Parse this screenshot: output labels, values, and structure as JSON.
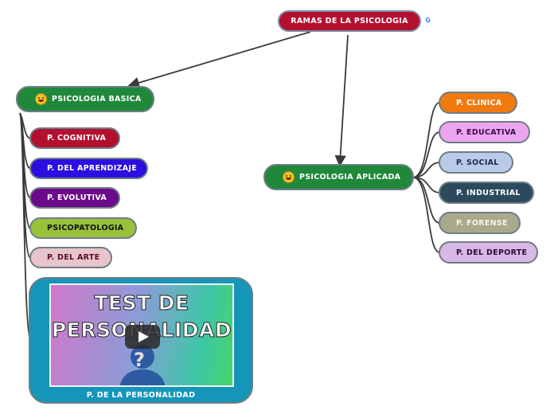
{
  "root": {
    "label": "RAMAS DE LA PSICOLOGIA"
  },
  "basica": {
    "label": "PSICOLOGIA BASICA",
    "children": [
      {
        "label": "P. COGNITIVA",
        "color": "#b3102f",
        "text": "#ffffff"
      },
      {
        "label": "P. DEL APRENDIZAJE",
        "color": "#2a0fe0",
        "text": "#ffffff"
      },
      {
        "label": "P. EVOLUTIVA",
        "color": "#6b0a8a",
        "text": "#ffffff"
      },
      {
        "label": "PSICOPATOLOGIA",
        "color": "#99c23a",
        "text": "#111111"
      },
      {
        "label": "P. DEL ARTE",
        "color": "#e8c4cc",
        "text": "#5a0d1e"
      }
    ],
    "video": {
      "title_line1": "TEST DE",
      "title_line2": "PERSONALIDAD",
      "label": "P. DE LA PERSONALIDAD"
    }
  },
  "aplicada": {
    "label": "PSICOLOGIA APLICADA",
    "children": [
      {
        "label": "P. CLINICA",
        "color": "#f07a10",
        "text": "#ffffff"
      },
      {
        "label": "P. EDUCATIVA",
        "color": "#eca6f0",
        "text": "#3a0a4a"
      },
      {
        "label": "P. SOCIAL",
        "color": "#b9cbe8",
        "text": "#1a2a4a"
      },
      {
        "label": "P. INDUSTRIAL",
        "color": "#2c4a5e",
        "text": "#ffffff"
      },
      {
        "label": "P. FORENSE",
        "color": "#a9aa8c",
        "text": "#f4f4ec"
      },
      {
        "label": "P. DEL DEPORTE",
        "color": "#d8b8e4",
        "text": "#2a0a3a"
      }
    ]
  },
  "colors": {
    "link": "#3a3a3a",
    "main_node": "#20883a"
  },
  "icons": {
    "root_badge": "google-g-icon",
    "emoji": "grinning-face-icon"
  }
}
